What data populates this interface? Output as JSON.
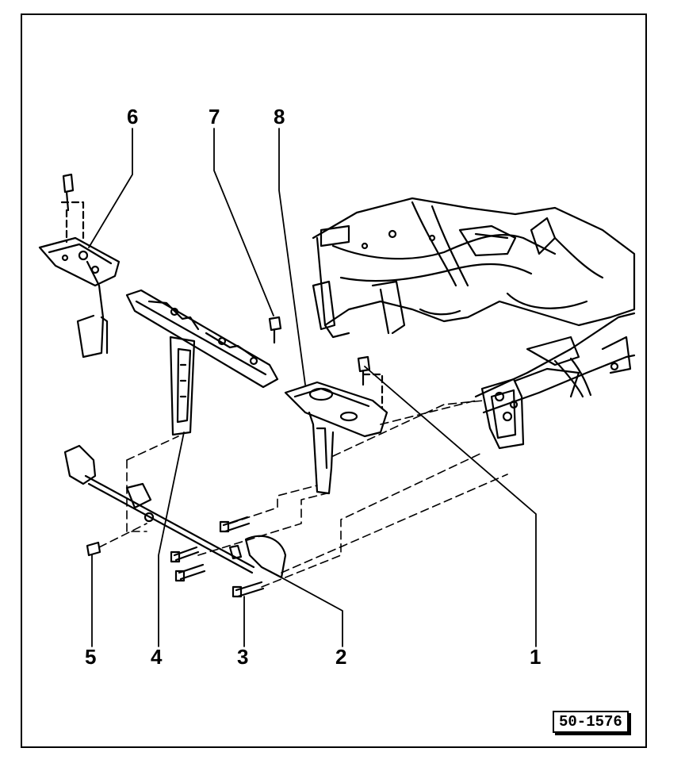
{
  "diagram": {
    "callouts": [
      "1",
      "2",
      "3",
      "4",
      "5",
      "6",
      "7",
      "8"
    ],
    "figure_id": "50-1576",
    "colors": {
      "ink": "#000000",
      "paper": "#ffffff"
    }
  }
}
